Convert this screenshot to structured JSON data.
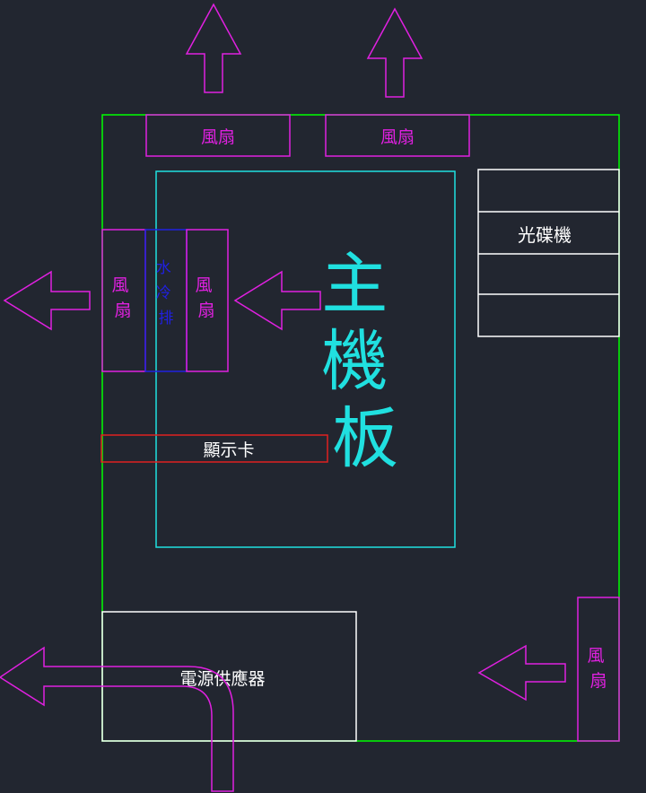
{
  "colors": {
    "background": "#222630",
    "case": "#00ff00",
    "fan": "#e020e0",
    "motherboard": "#20e0e0",
    "radiator": "#2020e0",
    "gpu": "#e02020",
    "component": "#ffffff",
    "text_light": "#ffffff"
  },
  "labels": {
    "fan": "風扇",
    "motherboard": "主機板",
    "radiator": "水冷排",
    "gpu": "顯示卡",
    "optical_drive": "光碟機",
    "psu": "電源供應器"
  }
}
